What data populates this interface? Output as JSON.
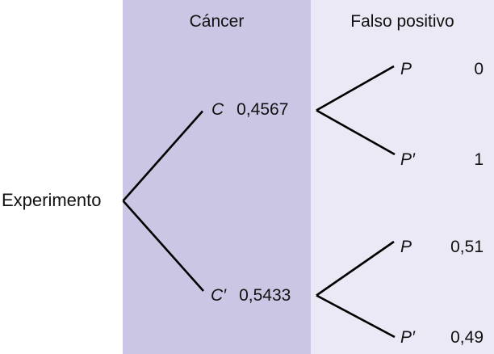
{
  "columns": {
    "cancer_header": "Cáncer",
    "falso_positivo_header": "Falso positivo"
  },
  "root_label": "Experimento",
  "nodes": {
    "c": {
      "label": "C",
      "prob": "0,4567"
    },
    "c_prime": {
      "label": "C′",
      "prob": "0,5433"
    }
  },
  "leaves": {
    "p_given_c": {
      "label": "P",
      "prob": "0"
    },
    "p_prime_given_c": {
      "label": "P′",
      "prob": "1"
    },
    "p_given_c_prime": {
      "label": "P",
      "prob": "0,51"
    },
    "p_prime_given_c_prime": {
      "label": "P′",
      "prob": "0,49"
    }
  },
  "colors": {
    "cancer_band": "#cac6e3",
    "falso_positivo_band": "#eae9f5",
    "line": "#000000",
    "text": "#111111"
  }
}
